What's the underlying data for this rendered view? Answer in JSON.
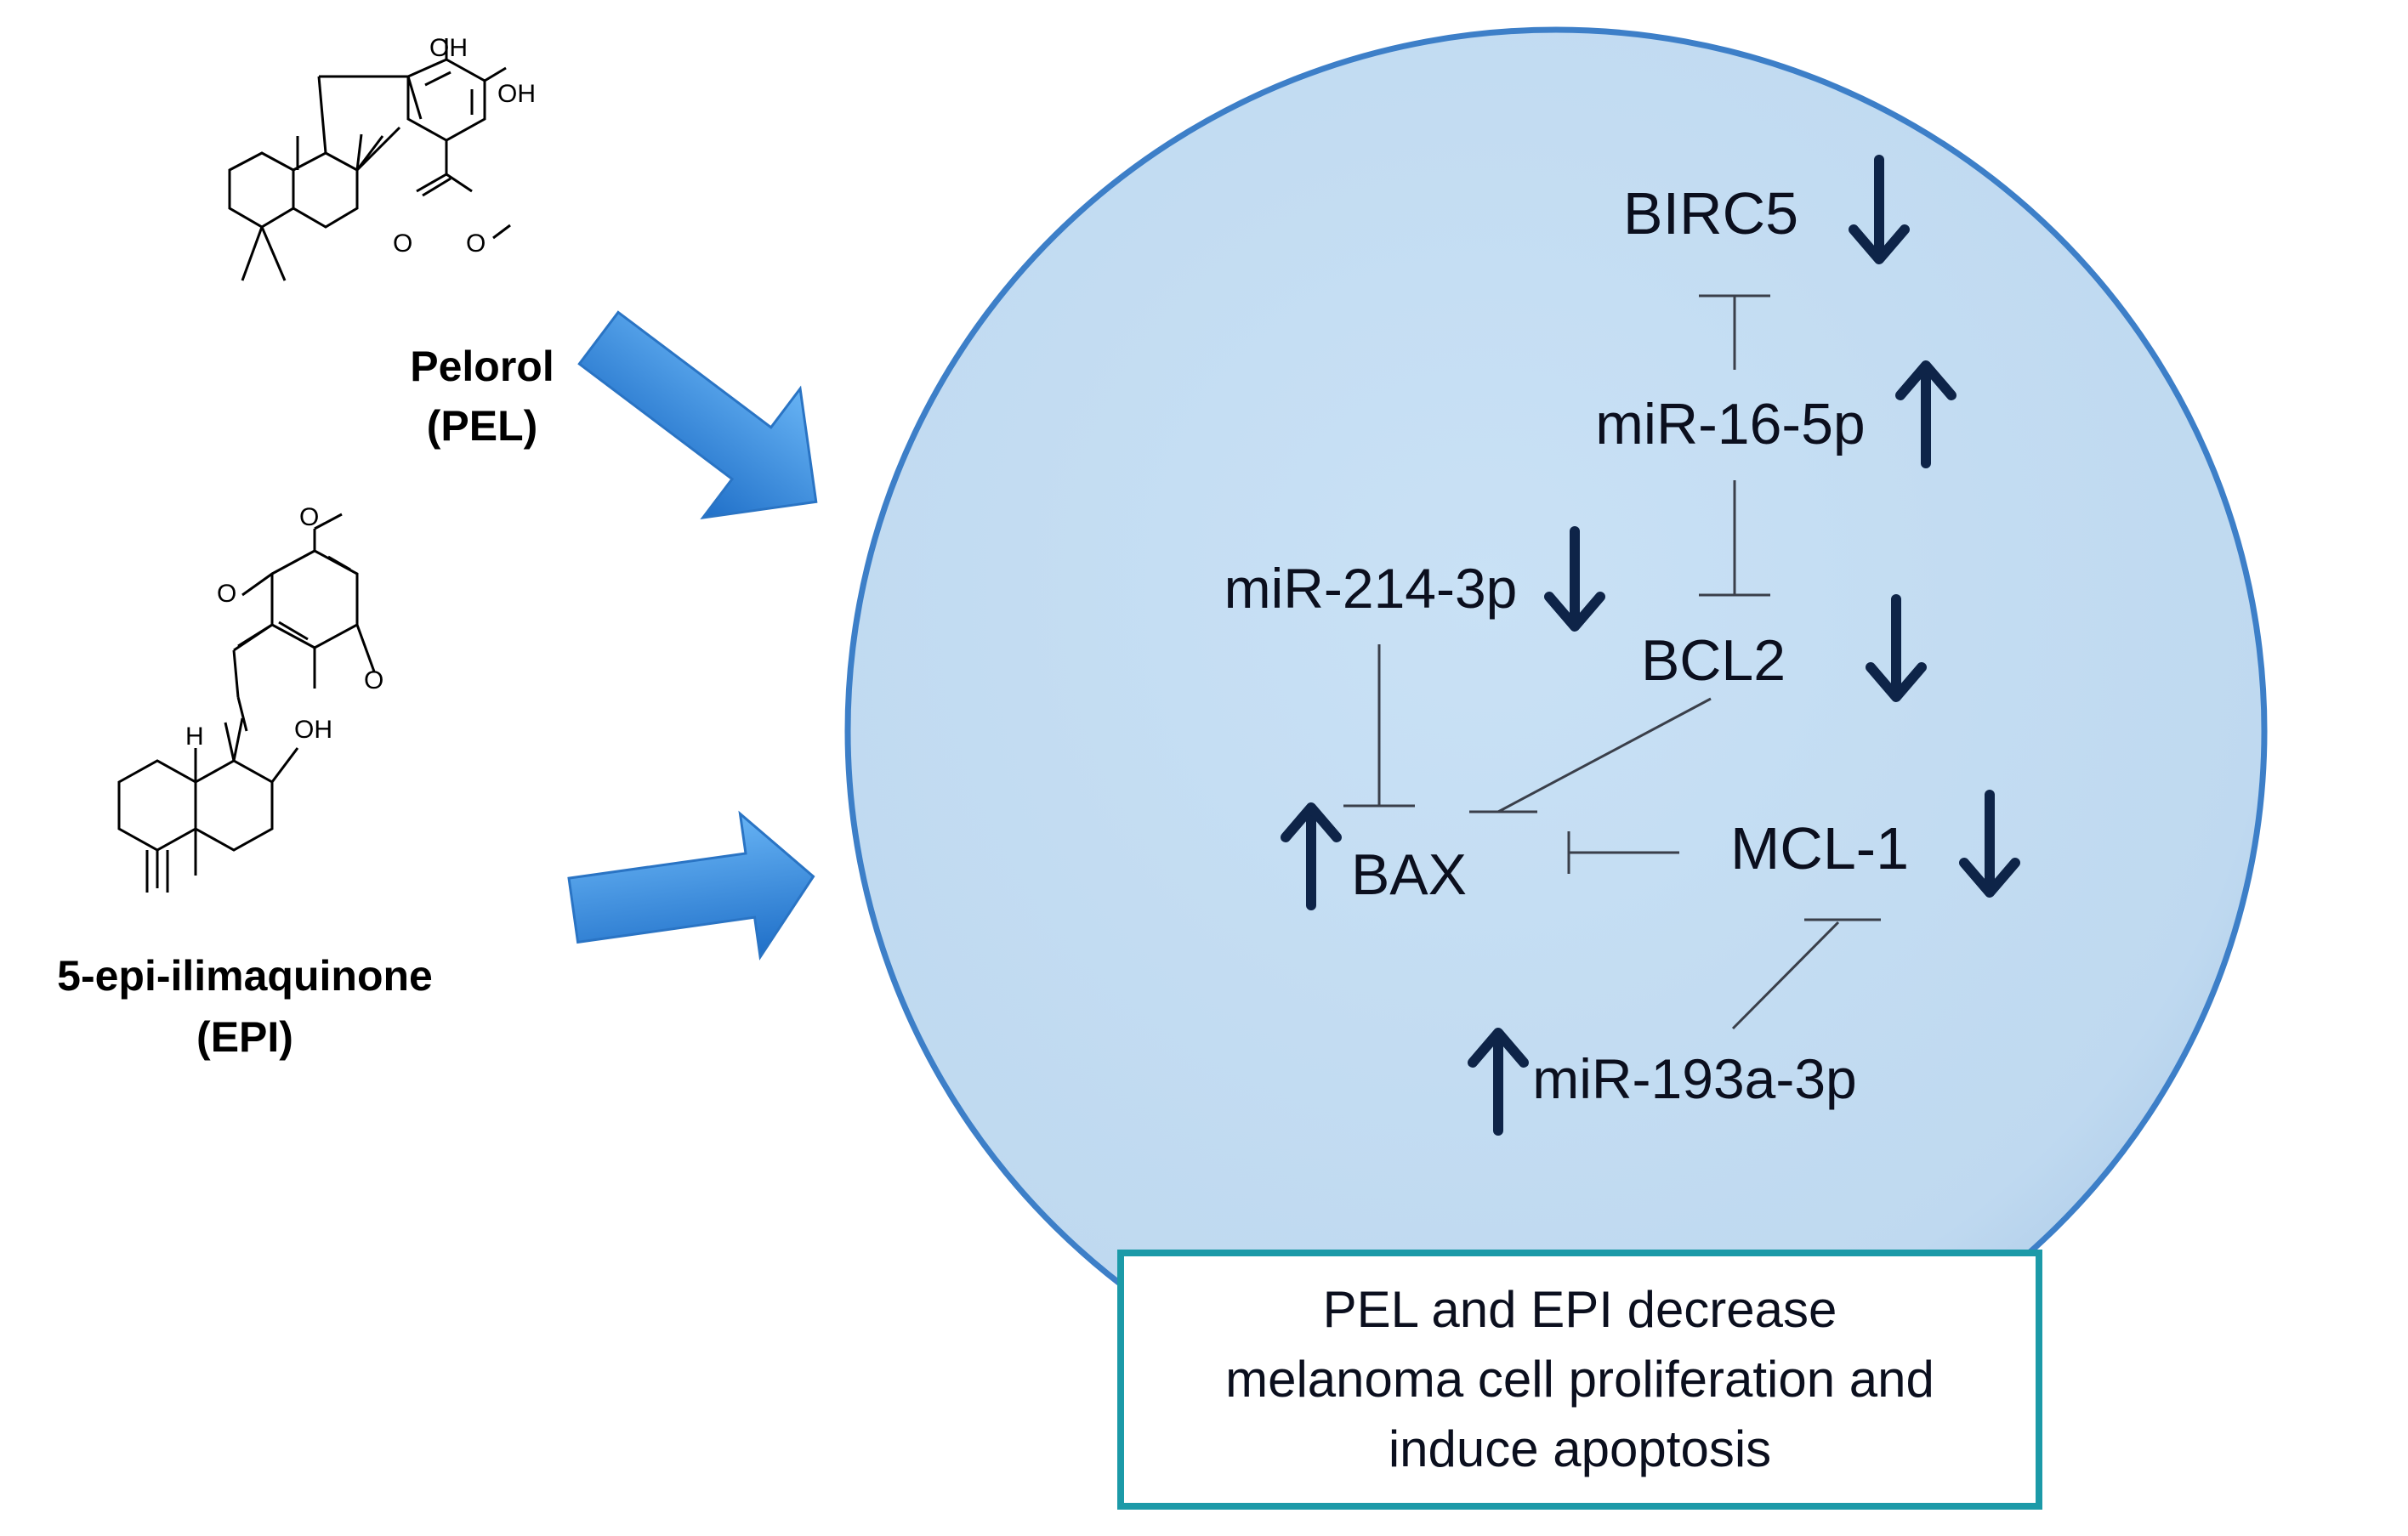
{
  "compounds": {
    "pel": {
      "name": "Pelorol",
      "abbr": "(PEL)"
    },
    "epi": {
      "name": "5-epi-ilimaquinone",
      "abbr": "(EPI)"
    }
  },
  "chem_labels": {
    "pel_oh1": "OH",
    "pel_oh2": "OH",
    "pel_o1": "O",
    "pel_o2": "O",
    "epi_o_top": "O",
    "epi_o_left": "O",
    "epi_o_right": "O",
    "epi_oh": "OH",
    "epi_h": "H"
  },
  "nodes": {
    "birc5": {
      "label": "BIRC5",
      "change": "down"
    },
    "mir16": {
      "label": "miR-16-5p",
      "change": "up"
    },
    "mir214": {
      "label": "miR-214-3p",
      "change": "down"
    },
    "bcl2": {
      "label": "BCL2",
      "change": "down"
    },
    "bax": {
      "label": "BAX",
      "change": "up"
    },
    "mcl1": {
      "label": "MCL-1",
      "change": "down"
    },
    "mir193": {
      "label": "miR-193a-3p",
      "change": "up"
    }
  },
  "inhibitions": [
    [
      "miR-16-5p",
      "BIRC5"
    ],
    [
      "miR-16-5p",
      "BCL2"
    ],
    [
      "miR-214-3p",
      "BAX"
    ],
    [
      "BCL2",
      "BAX"
    ],
    [
      "MCL-1",
      "BAX"
    ],
    [
      "miR-193a-3p",
      "MCL-1"
    ]
  ],
  "summary": "PEL and EPI decrease\nmelanoma cell proliferation and\ninduce apoptosis",
  "colors": {
    "cell_fill": "#c2dcf2",
    "cell_stroke": "#3d7fc8",
    "arrow_blue": "#2f86de",
    "regulation_arrow": "#0e2448",
    "box_border": "#1c9aa8"
  }
}
